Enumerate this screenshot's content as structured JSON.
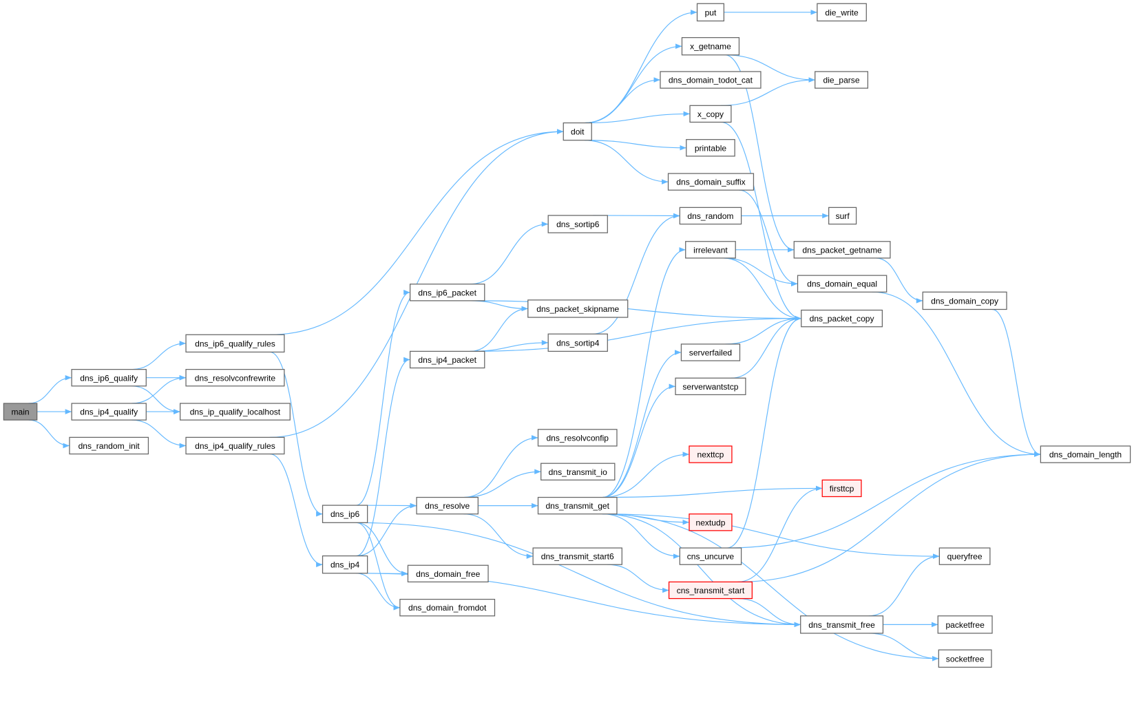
{
  "graph": {
    "title": "main call graph",
    "colors": {
      "edge": "#63b8ff",
      "current_fill": "#999999",
      "missing_stroke": "#ff0000",
      "missing_fill": "#fff0f0"
    },
    "nodes": [
      {
        "id": "main",
        "label": "main",
        "style": "current"
      },
      {
        "id": "dns_ip6_qualify",
        "label": "dns_ip6_qualify"
      },
      {
        "id": "dns_ip4_qualify",
        "label": "dns_ip4_qualify"
      },
      {
        "id": "dns_random_init",
        "label": "dns_random_init"
      },
      {
        "id": "dns_ip6_qualify_rules",
        "label": "dns_ip6_qualify_rules"
      },
      {
        "id": "dns_resolvconfrewrite",
        "label": "dns_resolvconfrewrite"
      },
      {
        "id": "dns_ip_qualify_localhost",
        "label": "dns_ip_qualify_localhost"
      },
      {
        "id": "dns_ip4_qualify_rules",
        "label": "dns_ip4_qualify_rules"
      },
      {
        "id": "dns_ip6",
        "label": "dns_ip6"
      },
      {
        "id": "dns_ip4",
        "label": "dns_ip4"
      },
      {
        "id": "dns_ip6_packet",
        "label": "dns_ip6_packet"
      },
      {
        "id": "dns_ip4_packet",
        "label": "dns_ip4_packet"
      },
      {
        "id": "dns_resolve",
        "label": "dns_resolve"
      },
      {
        "id": "dns_domain_free",
        "label": "dns_domain_free"
      },
      {
        "id": "dns_domain_fromdot",
        "label": "dns_domain_fromdot"
      },
      {
        "id": "doit",
        "label": "doit"
      },
      {
        "id": "dns_sortip6",
        "label": "dns_sortip6"
      },
      {
        "id": "dns_packet_skipname",
        "label": "dns_packet_skipname"
      },
      {
        "id": "dns_sortip4",
        "label": "dns_sortip4"
      },
      {
        "id": "dns_resolvconfip",
        "label": "dns_resolvconfip"
      },
      {
        "id": "dns_transmit_io",
        "label": "dns_transmit_io"
      },
      {
        "id": "dns_transmit_get",
        "label": "dns_transmit_get"
      },
      {
        "id": "dns_transmit_start6",
        "label": "dns_transmit_start6"
      },
      {
        "id": "put",
        "label": "put"
      },
      {
        "id": "x_getname",
        "label": "x_getname"
      },
      {
        "id": "dns_domain_todot_cat",
        "label": "dns_domain_todot_cat"
      },
      {
        "id": "x_copy",
        "label": "x_copy"
      },
      {
        "id": "printable",
        "label": "printable"
      },
      {
        "id": "dns_domain_suffix",
        "label": "dns_domain_suffix"
      },
      {
        "id": "dns_random",
        "label": "dns_random"
      },
      {
        "id": "irrelevant",
        "label": "irrelevant"
      },
      {
        "id": "serverfailed",
        "label": "serverfailed"
      },
      {
        "id": "serverwantstcp",
        "label": "serverwantstcp"
      },
      {
        "id": "nexttcp",
        "label": "nexttcp",
        "style": "missing"
      },
      {
        "id": "firsttcp",
        "label": "firsttcp",
        "style": "missing"
      },
      {
        "id": "nextudp",
        "label": "nextudp",
        "style": "missing"
      },
      {
        "id": "cns_uncurve",
        "label": "cns_uncurve"
      },
      {
        "id": "cns_transmit_start",
        "label": "cns_transmit_start",
        "style": "missing"
      },
      {
        "id": "die_write",
        "label": "die_write"
      },
      {
        "id": "die_parse",
        "label": "die_parse"
      },
      {
        "id": "surf",
        "label": "surf"
      },
      {
        "id": "dns_packet_getname",
        "label": "dns_packet_getname"
      },
      {
        "id": "dns_domain_equal",
        "label": "dns_domain_equal"
      },
      {
        "id": "dns_packet_copy",
        "label": "dns_packet_copy"
      },
      {
        "id": "dns_transmit_free",
        "label": "dns_transmit_free"
      },
      {
        "id": "dns_domain_copy",
        "label": "dns_domain_copy"
      },
      {
        "id": "dns_domain_length",
        "label": "dns_domain_length"
      },
      {
        "id": "queryfree",
        "label": "queryfree"
      },
      {
        "id": "packetfree",
        "label": "packetfree"
      },
      {
        "id": "socketfree",
        "label": "socketfree"
      }
    ],
    "edges": [
      [
        "main",
        "dns_ip6_qualify"
      ],
      [
        "main",
        "dns_ip4_qualify"
      ],
      [
        "main",
        "dns_random_init"
      ],
      [
        "dns_ip6_qualify",
        "dns_ip6_qualify_rules"
      ],
      [
        "dns_ip6_qualify",
        "dns_resolvconfrewrite"
      ],
      [
        "dns_ip6_qualify",
        "dns_ip_qualify_localhost"
      ],
      [
        "dns_ip4_qualify",
        "dns_resolvconfrewrite"
      ],
      [
        "dns_ip4_qualify",
        "dns_ip_qualify_localhost"
      ],
      [
        "dns_ip4_qualify",
        "dns_ip4_qualify_rules"
      ],
      [
        "dns_ip6_qualify_rules",
        "doit"
      ],
      [
        "dns_ip6_qualify_rules",
        "dns_ip6"
      ],
      [
        "dns_ip4_qualify_rules",
        "doit"
      ],
      [
        "dns_ip4_qualify_rules",
        "dns_ip4"
      ],
      [
        "dns_ip6",
        "dns_ip6_packet"
      ],
      [
        "dns_ip6",
        "dns_resolve"
      ],
      [
        "dns_ip6",
        "dns_domain_free"
      ],
      [
        "dns_ip6",
        "dns_domain_fromdot"
      ],
      [
        "dns_ip6",
        "dns_transmit_free"
      ],
      [
        "dns_ip4",
        "dns_ip4_packet"
      ],
      [
        "dns_ip4",
        "dns_resolve"
      ],
      [
        "dns_ip4",
        "dns_domain_free"
      ],
      [
        "dns_ip4",
        "dns_domain_fromdot"
      ],
      [
        "dns_ip4",
        "dns_transmit_free"
      ],
      [
        "dns_ip6_packet",
        "dns_sortip6"
      ],
      [
        "dns_ip6_packet",
        "dns_packet_skipname"
      ],
      [
        "dns_ip6_packet",
        "dns_packet_copy"
      ],
      [
        "dns_ip4_packet",
        "dns_packet_skipname"
      ],
      [
        "dns_ip4_packet",
        "dns_sortip4"
      ],
      [
        "dns_ip4_packet",
        "dns_packet_copy"
      ],
      [
        "dns_resolve",
        "dns_resolvconfip"
      ],
      [
        "dns_resolve",
        "dns_transmit_io"
      ],
      [
        "dns_resolve",
        "dns_transmit_get"
      ],
      [
        "dns_resolve",
        "dns_transmit_start6"
      ],
      [
        "doit",
        "put"
      ],
      [
        "doit",
        "x_getname"
      ],
      [
        "doit",
        "dns_domain_todot_cat"
      ],
      [
        "doit",
        "x_copy"
      ],
      [
        "doit",
        "printable"
      ],
      [
        "doit",
        "dns_domain_suffix"
      ],
      [
        "dns_sortip6",
        "dns_random"
      ],
      [
        "dns_sortip4",
        "dns_random"
      ],
      [
        "dns_transmit_get",
        "irrelevant"
      ],
      [
        "dns_transmit_get",
        "serverfailed"
      ],
      [
        "dns_transmit_get",
        "serverwantstcp"
      ],
      [
        "dns_transmit_get",
        "queryfree"
      ],
      [
        "dns_transmit_get",
        "nexttcp"
      ],
      [
        "dns_transmit_get",
        "firsttcp"
      ],
      [
        "dns_transmit_get",
        "nextudp"
      ],
      [
        "dns_transmit_get",
        "cns_uncurve"
      ],
      [
        "dns_transmit_get",
        "dns_transmit_free"
      ],
      [
        "dns_transmit_get",
        "socketfree"
      ],
      [
        "dns_transmit_start6",
        "cns_transmit_start"
      ],
      [
        "put",
        "die_write"
      ],
      [
        "x_getname",
        "die_parse"
      ],
      [
        "x_getname",
        "dns_packet_getname"
      ],
      [
        "x_copy",
        "die_parse"
      ],
      [
        "x_copy",
        "dns_packet_copy"
      ],
      [
        "dns_domain_suffix",
        "dns_domain_equal"
      ],
      [
        "dns_random",
        "surf"
      ],
      [
        "irrelevant",
        "dns_packet_getname"
      ],
      [
        "irrelevant",
        "dns_domain_equal"
      ],
      [
        "irrelevant",
        "dns_packet_copy"
      ],
      [
        "dns_packet_getname",
        "dns_domain_copy"
      ],
      [
        "dns_domain_equal",
        "dns_domain_length"
      ],
      [
        "dns_domain_copy",
        "dns_domain_length"
      ],
      [
        "serverfailed",
        "dns_packet_copy"
      ],
      [
        "serverwantstcp",
        "dns_packet_copy"
      ],
      [
        "cns_uncurve",
        "dns_packet_copy"
      ],
      [
        "cns_uncurve",
        "dns_domain_length"
      ],
      [
        "cns_transmit_start",
        "firsttcp"
      ],
      [
        "cns_transmit_start",
        "dns_domain_length"
      ],
      [
        "cns_transmit_start",
        "dns_transmit_free"
      ],
      [
        "dns_transmit_free",
        "queryfree"
      ],
      [
        "dns_transmit_free",
        "packetfree"
      ],
      [
        "dns_transmit_free",
        "socketfree"
      ]
    ]
  }
}
